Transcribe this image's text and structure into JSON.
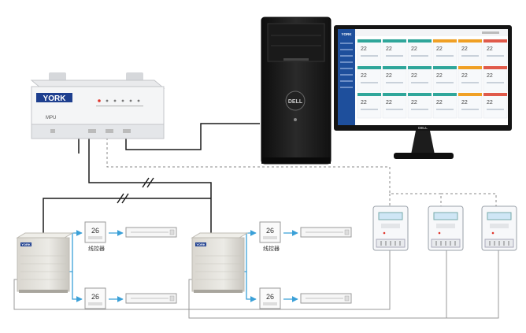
{
  "controller": {
    "brand": "YORK",
    "model": "MPU"
  },
  "computer": {
    "tower_brand": "DELL",
    "monitor_brand": "DELL",
    "screen": {
      "app_brand": "YORK",
      "temperature_tiles": [
        "22",
        "22",
        "22",
        "22",
        "22",
        "22",
        "22",
        "22",
        "22",
        "22",
        "22",
        "22",
        "22",
        "22",
        "22",
        "22",
        "22",
        "22"
      ]
    }
  },
  "outdoor_units": [
    {
      "brand": "YORK"
    },
    {
      "brand": "YORK"
    }
  ],
  "remote_controller_label": "线控器",
  "colors": {
    "signal_line": "#1a1a1a",
    "distribution_arrow": "#3aa0d8",
    "meter_line": "#777777",
    "screen_header": "#1e4f9c",
    "tile_teal": "#2fa69a",
    "tile_orange": "#f0a024",
    "tile_red": "#e05a4a"
  }
}
